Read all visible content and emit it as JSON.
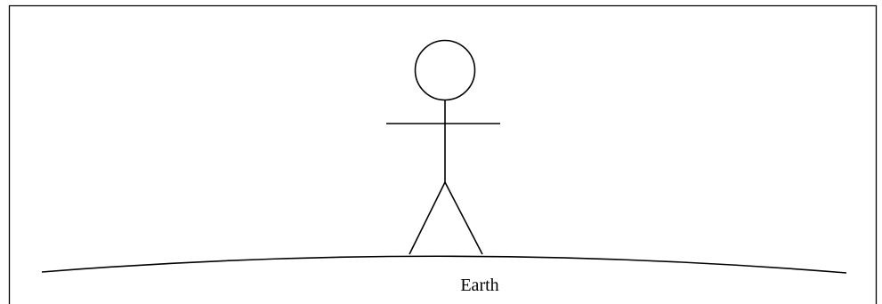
{
  "diagram": {
    "ground_label": "Earth",
    "line_color": "#000000",
    "background_color": "#ffffff",
    "figure": {
      "type": "stick-figure",
      "parts": [
        "head",
        "arms",
        "torso",
        "left-leg",
        "right-leg"
      ]
    }
  }
}
